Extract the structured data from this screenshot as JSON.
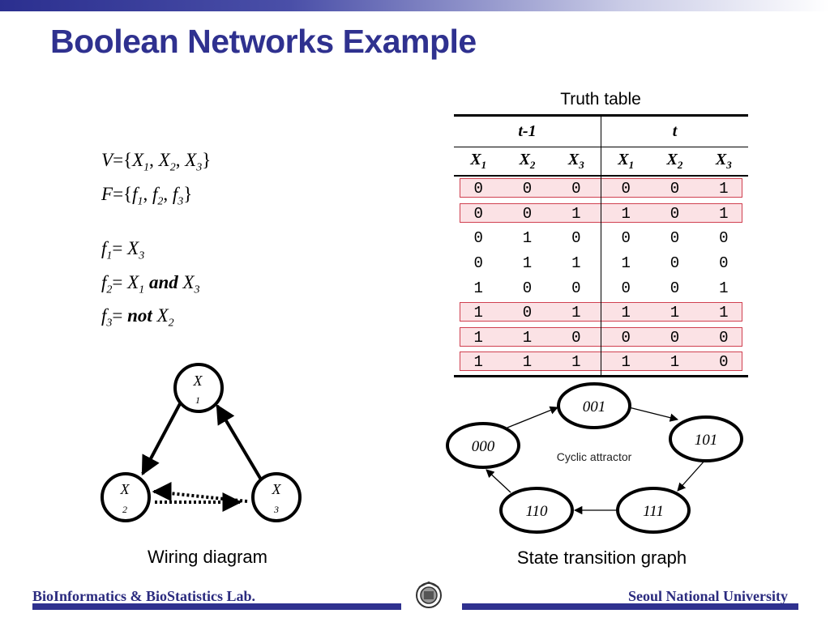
{
  "title": "Boolean Networks Example",
  "definitions": {
    "V_lhs": "V",
    "F_lhs": "F",
    "f1": "f₁= X₃",
    "f2_rhs_and": "and",
    "f3_not": "not"
  },
  "truth_table": {
    "caption": "Truth table",
    "group_prev": "t-1",
    "group_curr": "t",
    "rows": [
      [
        "0",
        "0",
        "0",
        "0",
        "0",
        "1"
      ],
      [
        "0",
        "0",
        "1",
        "1",
        "0",
        "1"
      ],
      [
        "0",
        "1",
        "0",
        "0",
        "0",
        "0"
      ],
      [
        "0",
        "1",
        "1",
        "1",
        "0",
        "0"
      ],
      [
        "1",
        "0",
        "0",
        "0",
        "0",
        "1"
      ],
      [
        "1",
        "0",
        "1",
        "1",
        "1",
        "1"
      ],
      [
        "1",
        "1",
        "0",
        "0",
        "0",
        "0"
      ],
      [
        "1",
        "1",
        "1",
        "1",
        "1",
        "0"
      ]
    ],
    "highlighted_rows": [
      0,
      1,
      5,
      6,
      7
    ]
  },
  "wiring": {
    "caption": "Wiring diagram",
    "node1": "X",
    "node1_sub": "1",
    "node2": "X",
    "node2_sub": "2",
    "node3": "X",
    "node3_sub": "3"
  },
  "state_graph": {
    "caption": "State transition graph",
    "states": [
      "001",
      "101",
      "111",
      "110",
      "000"
    ],
    "attractor_label": "Cyclic attractor"
  },
  "footer": {
    "left": "BioInformatics & BioStatistics Lab.",
    "right": "Seoul National University"
  },
  "colors": {
    "title": "#2f318f",
    "highlight_border": "#d04050",
    "footer_bar": "#2f318f"
  }
}
